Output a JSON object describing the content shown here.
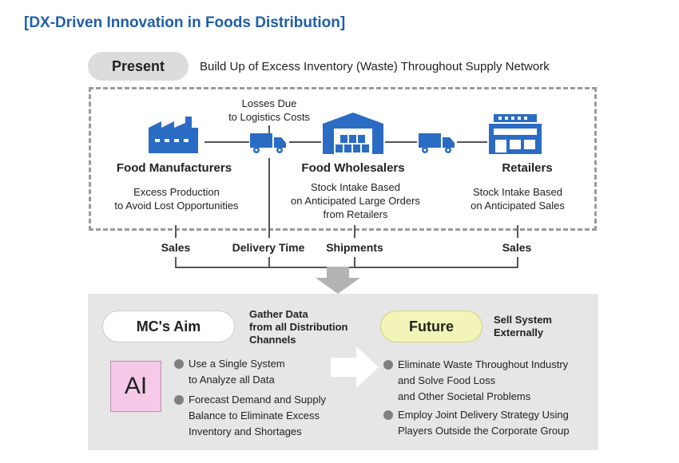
{
  "title": "[DX-Driven Innovation in Foods Distribution]",
  "present": {
    "label": "Present",
    "description": "Build Up of Excess Inventory (Waste) Throughout Supply Network"
  },
  "losses_label": [
    "Losses Due",
    "to Logistics Costs"
  ],
  "nodes": [
    {
      "name": "Food Manufacturers",
      "desc": [
        "Excess Production",
        "to Avoid Lost Opportunities"
      ],
      "icon": "factory-icon"
    },
    {
      "name": "Food Wholesalers",
      "desc": [
        "Stock Intake Based",
        "on Anticipated Large Orders",
        "from Retailers"
      ],
      "icon": "warehouse-icon"
    },
    {
      "name": "Retailers",
      "desc": [
        "Stock Intake Based",
        "on Anticipated Sales"
      ],
      "icon": "store-icon"
    }
  ],
  "metrics": [
    "Sales",
    "Delivery Time",
    "Shipments",
    "Sales"
  ],
  "aim": {
    "label": "MC's Aim",
    "note": [
      "Gather Data",
      "from all Distribution",
      "Channels"
    ],
    "ai_label": "AI",
    "bullets": [
      [
        "Use a Single System",
        "to Analyze all Data"
      ],
      [
        "Forecast Demand and Supply",
        "Balance to Eliminate Excess",
        "Inventory and Shortages"
      ]
    ]
  },
  "future": {
    "label": "Future",
    "note": [
      "Sell System",
      "Externally"
    ],
    "bullets": [
      [
        "Eliminate Waste Throughout Industry",
        "and Solve Food Loss",
        "and Other Societal Problems"
      ],
      [
        "Employ Joint Delivery Strategy Using",
        "Players Outside the Corporate Group"
      ]
    ]
  },
  "colors": {
    "brand_blue": "#1f5fa8",
    "icon_blue": "#2a6cc4",
    "future_fill": "#f2f4b8",
    "ai_fill": "#f6c9e8",
    "panel_gray": "#e6e6e6"
  }
}
